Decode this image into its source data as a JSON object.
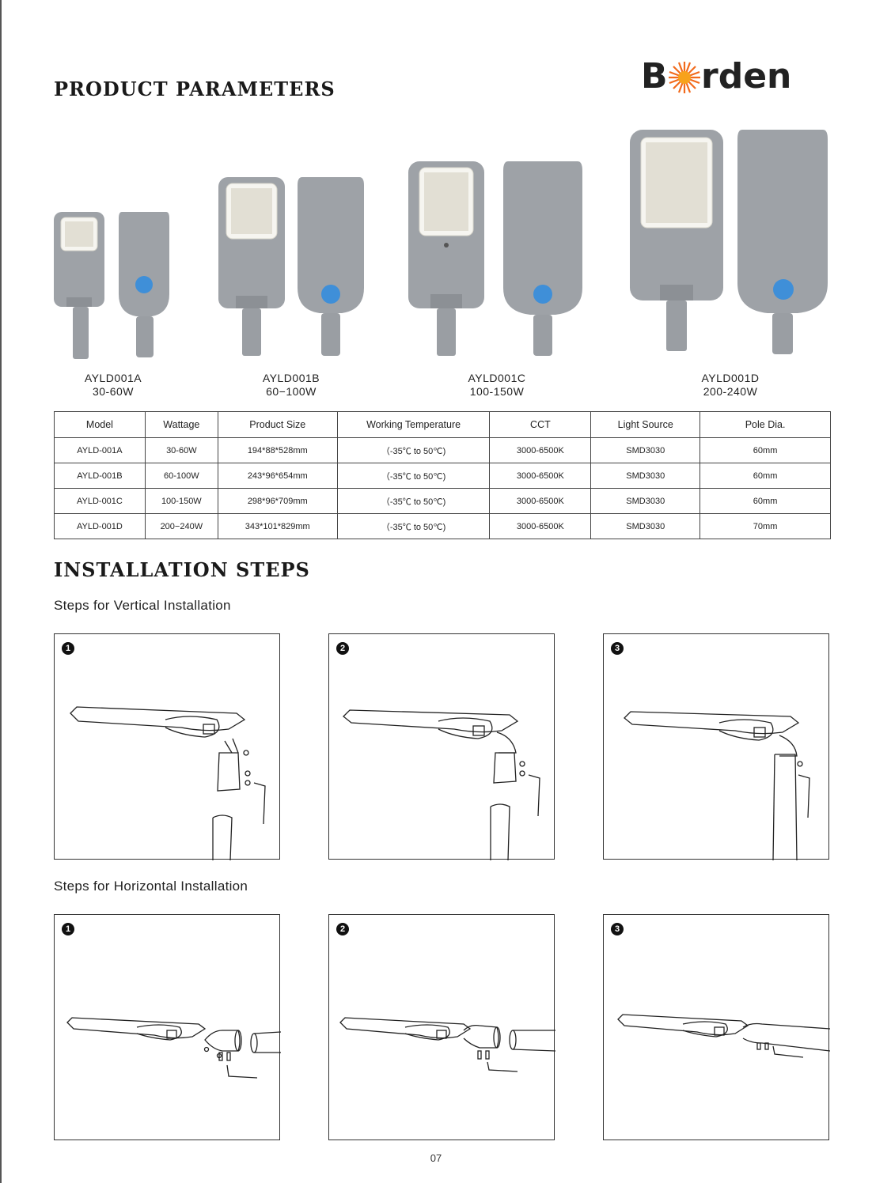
{
  "headings": {
    "parameters": "PRODUCT PARAMETERS",
    "installation": "INSTALLATION STEPS"
  },
  "logo": {
    "text_before": "B",
    "text_after": "rden",
    "accent_color": "#f26a1b"
  },
  "models": [
    {
      "name": "AYLD001A",
      "wattage": "30-60W"
    },
    {
      "name": "AYLD001B",
      "wattage": "60−100W"
    },
    {
      "name": "AYLD001C",
      "wattage": "100-150W"
    },
    {
      "name": "AYLD001D",
      "wattage": "200-240W"
    }
  ],
  "table": {
    "headers": [
      "Model",
      "Wattage",
      "Product  Size",
      "Working Temperature",
      "CCT",
      "Light Source",
      "Pole Dia."
    ],
    "rows": [
      [
        "AYLD-001A",
        "30-60W",
        "194*88*528mm",
        "（-35℃ to 50℃)",
        "3000-6500K",
        "SMD3030",
        "60mm"
      ],
      [
        "AYLD-001B",
        "60-100W",
        "243*96*654mm",
        "（-35℃ to 50℃)",
        "3000-6500K",
        "SMD3030",
        "60mm"
      ],
      [
        "AYLD-001C",
        "100-150W",
        "298*96*709mm",
        "（-35℃ to 50℃)",
        "3000-6500K",
        "SMD3030",
        "60mm"
      ],
      [
        "AYLD-001D",
        "200−240W",
        "343*101*829mm",
        "（-35℃ to 50℃)",
        "3000-6500K",
        "SMD3030",
        "70mm"
      ]
    ]
  },
  "steps": {
    "vertical_title": "Steps for Vertical Installation",
    "horizontal_title": "Steps for Horizontal Installation",
    "numbers": [
      "1",
      "2",
      "3"
    ]
  },
  "colors": {
    "lamp_body": "#9a9ea3",
    "lamp_panel": "#eceae2",
    "sensor_blue": "#3f8fd8"
  },
  "page_number": "07"
}
